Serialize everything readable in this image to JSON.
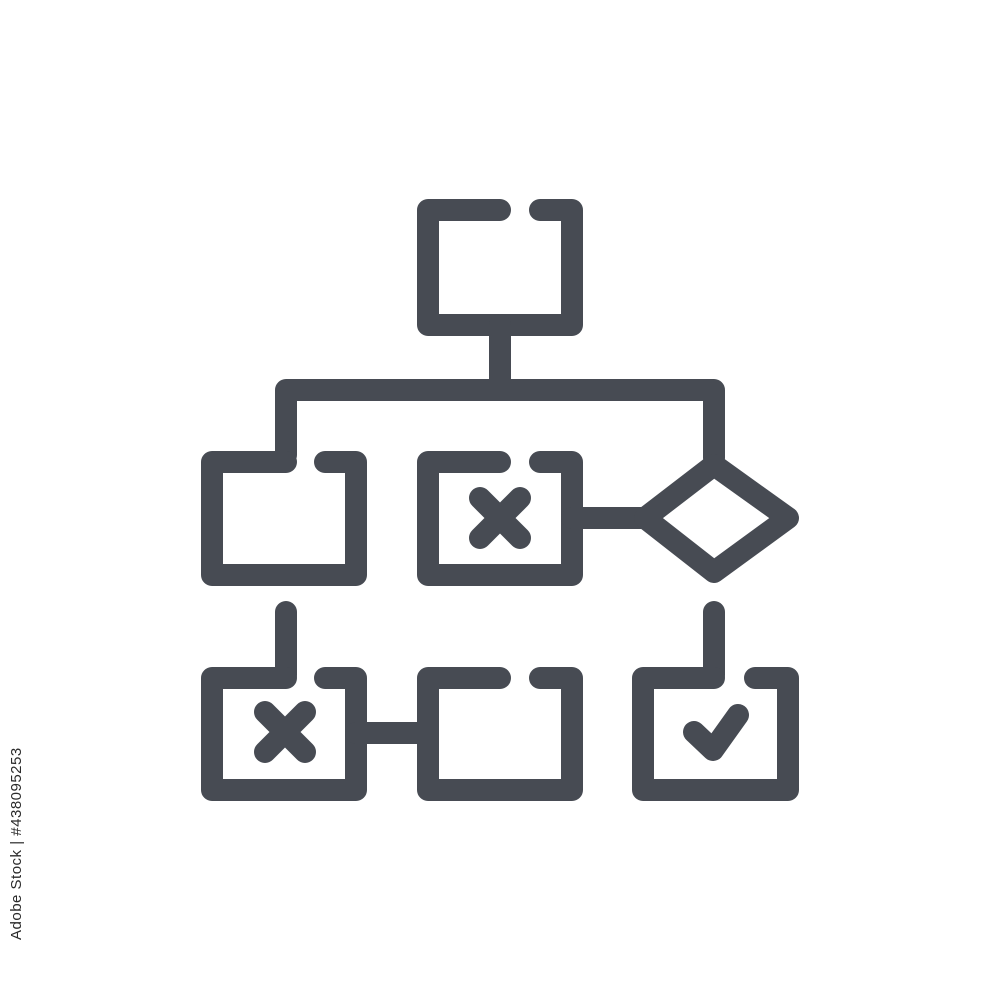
{
  "icon": {
    "name": "flowchart-line-icon",
    "stroke_color": "#474b53",
    "nodes": [
      {
        "id": "root",
        "mark": "none"
      },
      {
        "id": "level2-left",
        "mark": "none"
      },
      {
        "id": "level2-middle",
        "mark": "cross"
      },
      {
        "id": "decision",
        "mark": "diamond"
      },
      {
        "id": "level3-left",
        "mark": "cross"
      },
      {
        "id": "level3-middle",
        "mark": "none"
      },
      {
        "id": "level3-right",
        "mark": "check"
      }
    ]
  },
  "stock_id": "Adobe Stock | #438095253"
}
